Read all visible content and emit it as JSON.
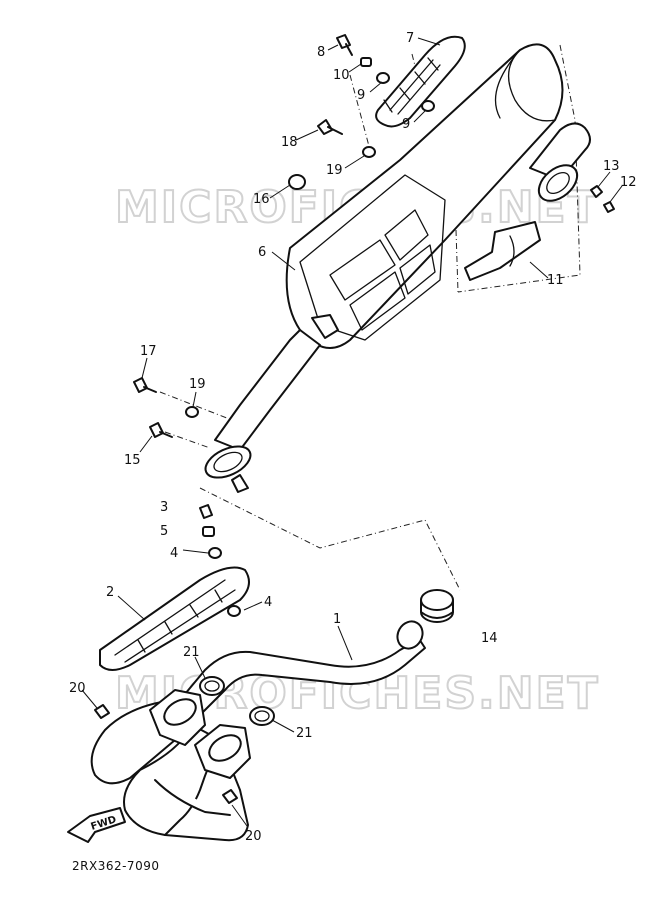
{
  "watermark": "MICROFICHES.NET",
  "diagram_code": "2RX362-7090",
  "forward_arrow_label": "FWD",
  "callouts": {
    "p1": "1",
    "p2": "2",
    "p3": "3",
    "p4a": "4",
    "p4b": "4",
    "p5": "5",
    "p6": "6",
    "p7": "7",
    "p8": "8",
    "p9a": "9",
    "p9b": "9",
    "p10": "10",
    "p11": "11",
    "p12": "12",
    "p13": "13",
    "p14": "14",
    "p15": "15",
    "p16": "16",
    "p17": "17",
    "p18": "18",
    "p19a": "19",
    "p19b": "19",
    "p20a": "20",
    "p20b": "20",
    "p21a": "21",
    "p21b": "21"
  }
}
